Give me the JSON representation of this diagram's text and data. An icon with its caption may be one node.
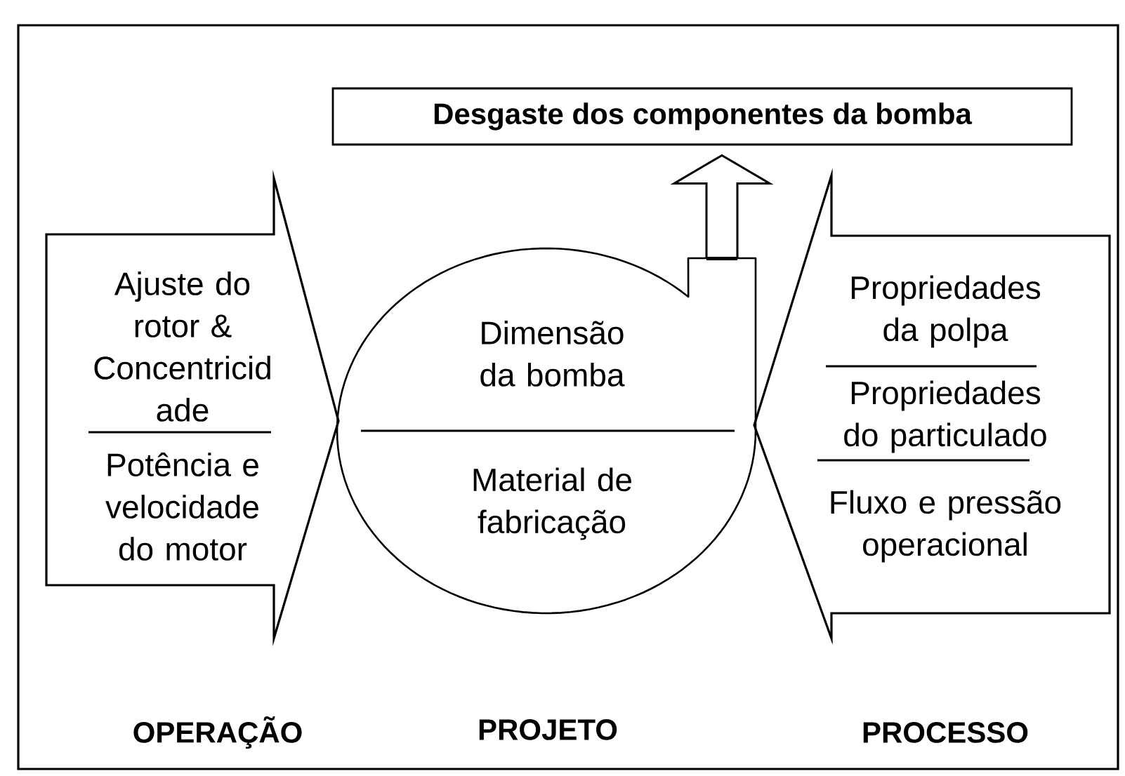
{
  "diagram": {
    "nodes": [
      {
        "text": [
          "Desgaste dos componentes da bomba"
        ]
      },
      {
        "text": [
          "Ajuste do rotor & Concentricid ade",
          "Potência e velocidade do motor"
        ]
      },
      {
        "text": [
          "Dimensão da bomba",
          "Material de fabricação"
        ]
      },
      {
        "text": [
          "Propriedades da polpa",
          "Propriedades do particulado",
          "Fluxo e pressão operacional"
        ]
      }
    ],
    "edges": [
      {
        "from": 2,
        "to": 0,
        "arrow": "to"
      }
    ],
    "labels": [
      "OPERAÇÃO",
      "PROJETO",
      "PROCESSO"
    ]
  }
}
